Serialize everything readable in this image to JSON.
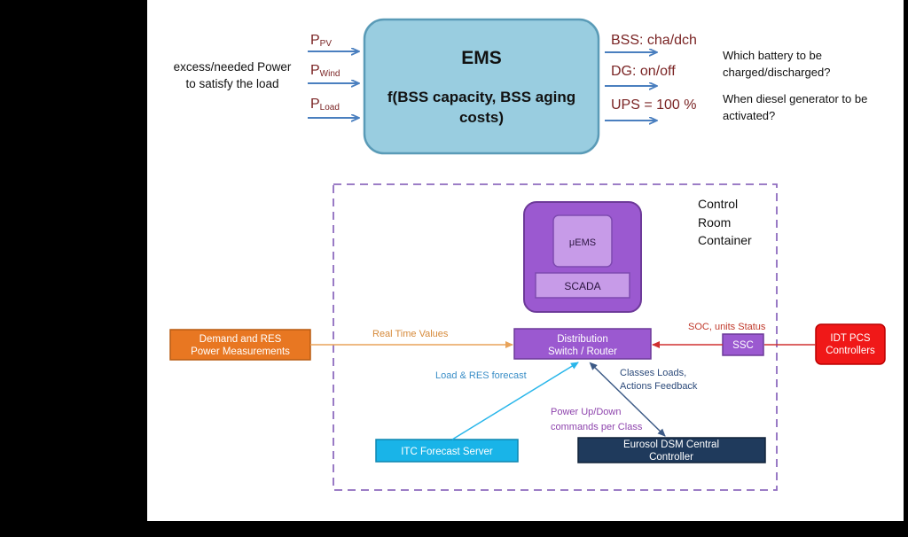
{
  "top": {
    "left_text": [
      "excess/needed  Power",
      "to satisfy the load"
    ],
    "inputs": [
      {
        "main": "P",
        "sub": "PV"
      },
      {
        "main": "P",
        "sub": "Wind"
      },
      {
        "main": "P",
        "sub": "Load"
      }
    ],
    "ems_title": "EMS",
    "ems_func": [
      "f(BSS capacity, BSS aging",
      "costs)"
    ],
    "outputs": [
      "BSS: cha/dch",
      "DG: on/off",
      "UPS = 100 %"
    ],
    "questions": [
      [
        "Which battery to be",
        "charged/discharged?"
      ],
      [
        "When diesel generator to be",
        "activated?"
      ]
    ]
  },
  "bottom": {
    "container_label": [
      "Control",
      "Room",
      "Container"
    ],
    "uems": "μEMS",
    "scada": "SCADA",
    "router": [
      "Distribution",
      "Switch / Router"
    ],
    "ssc": "SSC",
    "demand": [
      "Demand and RES",
      "Power Measurements"
    ],
    "idt": [
      "IDT PCS",
      "Controllers"
    ],
    "itc": "ITC Forecast Server",
    "eurosol": [
      "Eurosol DSM Central",
      "Controller"
    ],
    "labels": {
      "real_time": "Real Time Values",
      "soc": "SOC, units Status",
      "load_res": "Load & RES forecast",
      "classes": [
        "Classes Loads,",
        "Actions Feedback"
      ],
      "power": [
        "Power Up/Down",
        "commands per Class"
      ]
    }
  },
  "colors": {
    "ems_fill": "#99cde0",
    "arrow_blue": "#4a7fbf",
    "purple": "#9b59d0",
    "purple_light": "#c79be8",
    "orange": "#e87722",
    "red": "#f01818",
    "cyan": "#19b4e8",
    "navy": "#1f3a5c",
    "label_orange": "#d68a3a",
    "label_red": "#c0392b",
    "label_blue": "#3a8ec7",
    "label_purple": "#8e44ad",
    "label_darkblue": "#2c4a7a"
  }
}
